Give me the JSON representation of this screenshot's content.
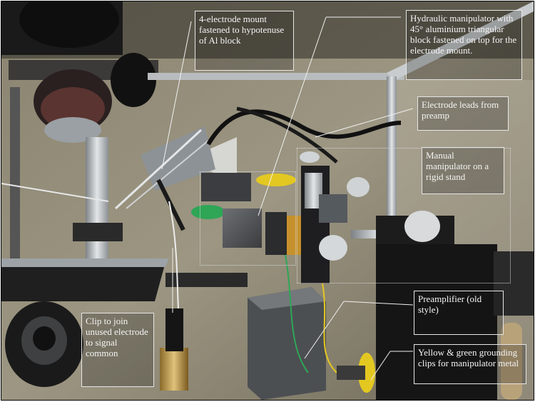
{
  "image": {
    "subject": "electrophysiology-rig-photo",
    "callouts": [
      {
        "id": "mount",
        "text": "4-electrode mount fastened to hypotenuse of Al block"
      },
      {
        "id": "hydraulic",
        "text": "Hydraulic manipulator with 45° aluminium triangular block fastened on top for the electrode mount."
      },
      {
        "id": "leads",
        "text": "Electrode leads from preamp"
      },
      {
        "id": "manual",
        "text": "Manual manipulator on a rigid stand"
      },
      {
        "id": "preamp",
        "text": "Preamplifier (old style)"
      },
      {
        "id": "clip",
        "text": "Clip to join unused electrode to signal common"
      },
      {
        "id": "grounding",
        "text": "Yellow & green grounding clips for manipulator metal"
      }
    ]
  }
}
